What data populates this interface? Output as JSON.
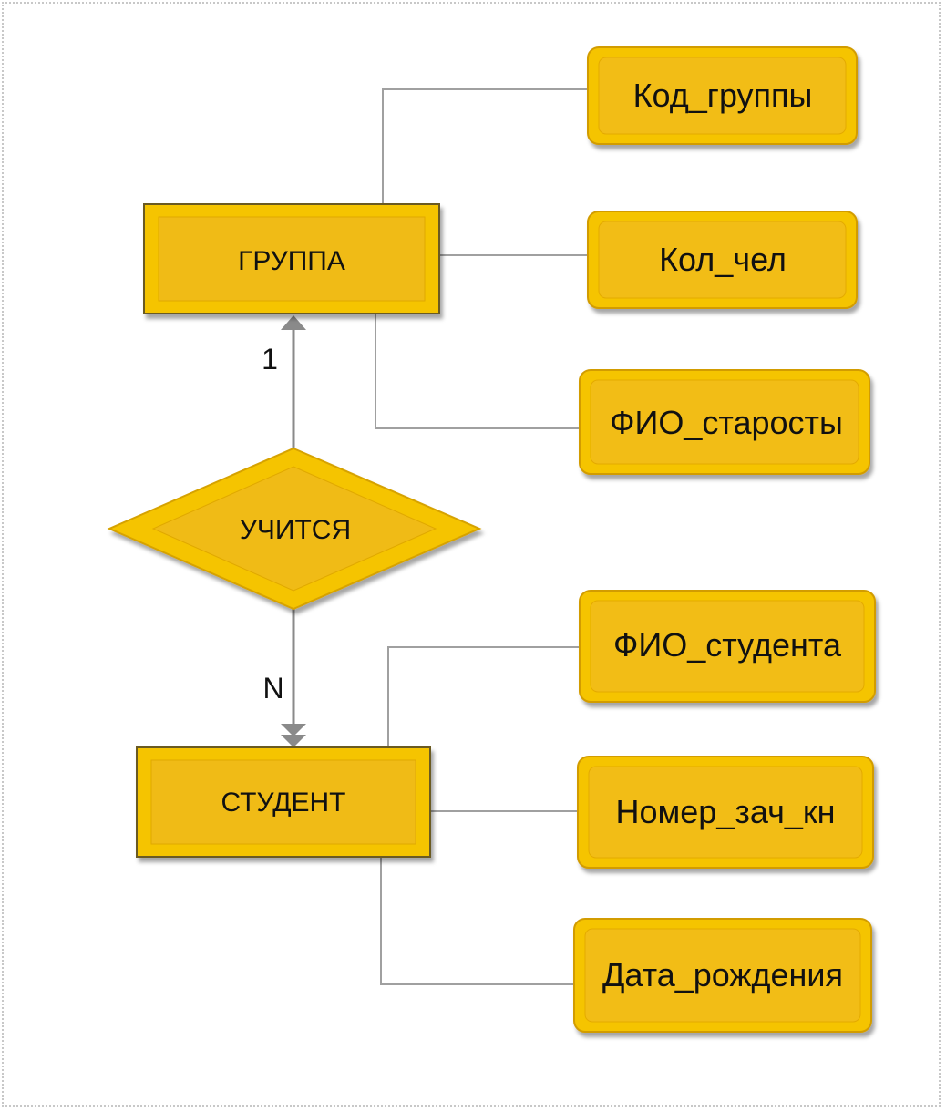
{
  "diagram": {
    "entities": [
      {
        "id": "group",
        "label": "ГРУППА"
      },
      {
        "id": "student",
        "label": "СТУДЕНТ"
      }
    ],
    "relationship": {
      "label": "УЧИТСЯ"
    },
    "cardinality": {
      "group_side": "1",
      "student_side": "N"
    },
    "attributes": {
      "group": [
        "Код_группы",
        "Кол_чел",
        "ФИО_старосты"
      ],
      "student": [
        "ФИО_студента",
        "Номер_зач_кн",
        "Дата_рождения"
      ]
    },
    "colors": {
      "fill": "#f5c400",
      "inner_fill": "#f4c010",
      "shade": "#c89200",
      "dark_edge": "#5a4a1a",
      "connector": "#999999",
      "arrow": "#8a8a8a"
    }
  }
}
